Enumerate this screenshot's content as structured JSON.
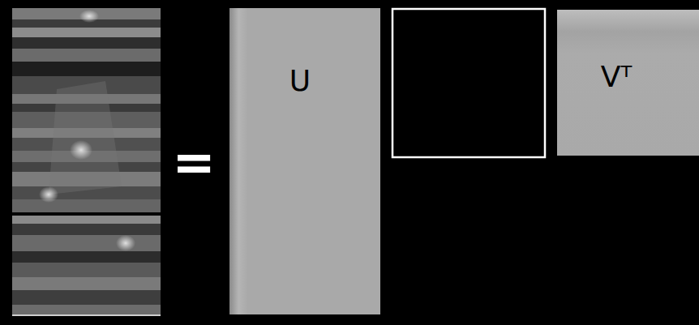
{
  "diagram": {
    "nodes": [
      {
        "text": [
          "U"
        ]
      },
      {
        "text": [
          "Vᵀ"
        ]
      }
    ],
    "labels": [
      "="
    ]
  }
}
